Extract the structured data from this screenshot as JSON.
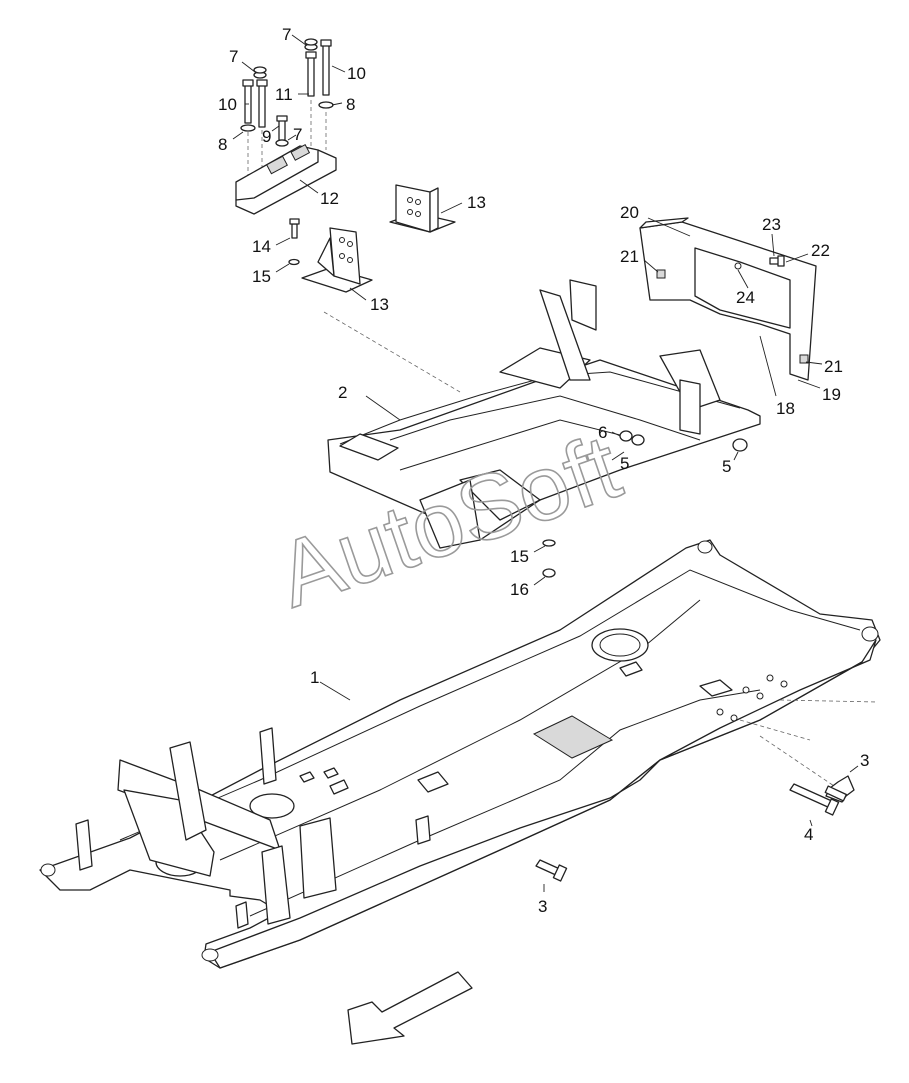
{
  "watermark": "AutoSoft",
  "callouts": [
    {
      "id": "c7a",
      "text": "7"
    },
    {
      "id": "c7b",
      "text": "7"
    },
    {
      "id": "c7c",
      "text": "7"
    },
    {
      "id": "c10a",
      "text": "10"
    },
    {
      "id": "c10b",
      "text": "10"
    },
    {
      "id": "c11",
      "text": "11"
    },
    {
      "id": "c8a",
      "text": "8"
    },
    {
      "id": "c8b",
      "text": "8"
    },
    {
      "id": "c9",
      "text": "9"
    },
    {
      "id": "c12",
      "text": "12"
    },
    {
      "id": "c13a",
      "text": "13"
    },
    {
      "id": "c13b",
      "text": "13"
    },
    {
      "id": "c14",
      "text": "14"
    },
    {
      "id": "c15a",
      "text": "15"
    },
    {
      "id": "c15b",
      "text": "15"
    },
    {
      "id": "c16",
      "text": "16"
    },
    {
      "id": "c20",
      "text": "20"
    },
    {
      "id": "c21a",
      "text": "21"
    },
    {
      "id": "c21b",
      "text": "21"
    },
    {
      "id": "c23",
      "text": "23"
    },
    {
      "id": "c22",
      "text": "22"
    },
    {
      "id": "c24",
      "text": "24"
    },
    {
      "id": "c19",
      "text": "19"
    },
    {
      "id": "c18",
      "text": "18"
    },
    {
      "id": "c2",
      "text": "2"
    },
    {
      "id": "c6",
      "text": "6"
    },
    {
      "id": "c5a",
      "text": "5"
    },
    {
      "id": "c5b",
      "text": "5"
    },
    {
      "id": "c1",
      "text": "1"
    },
    {
      "id": "c3a",
      "text": "3"
    },
    {
      "id": "c3b",
      "text": "3"
    },
    {
      "id": "c4",
      "text": "4"
    }
  ]
}
